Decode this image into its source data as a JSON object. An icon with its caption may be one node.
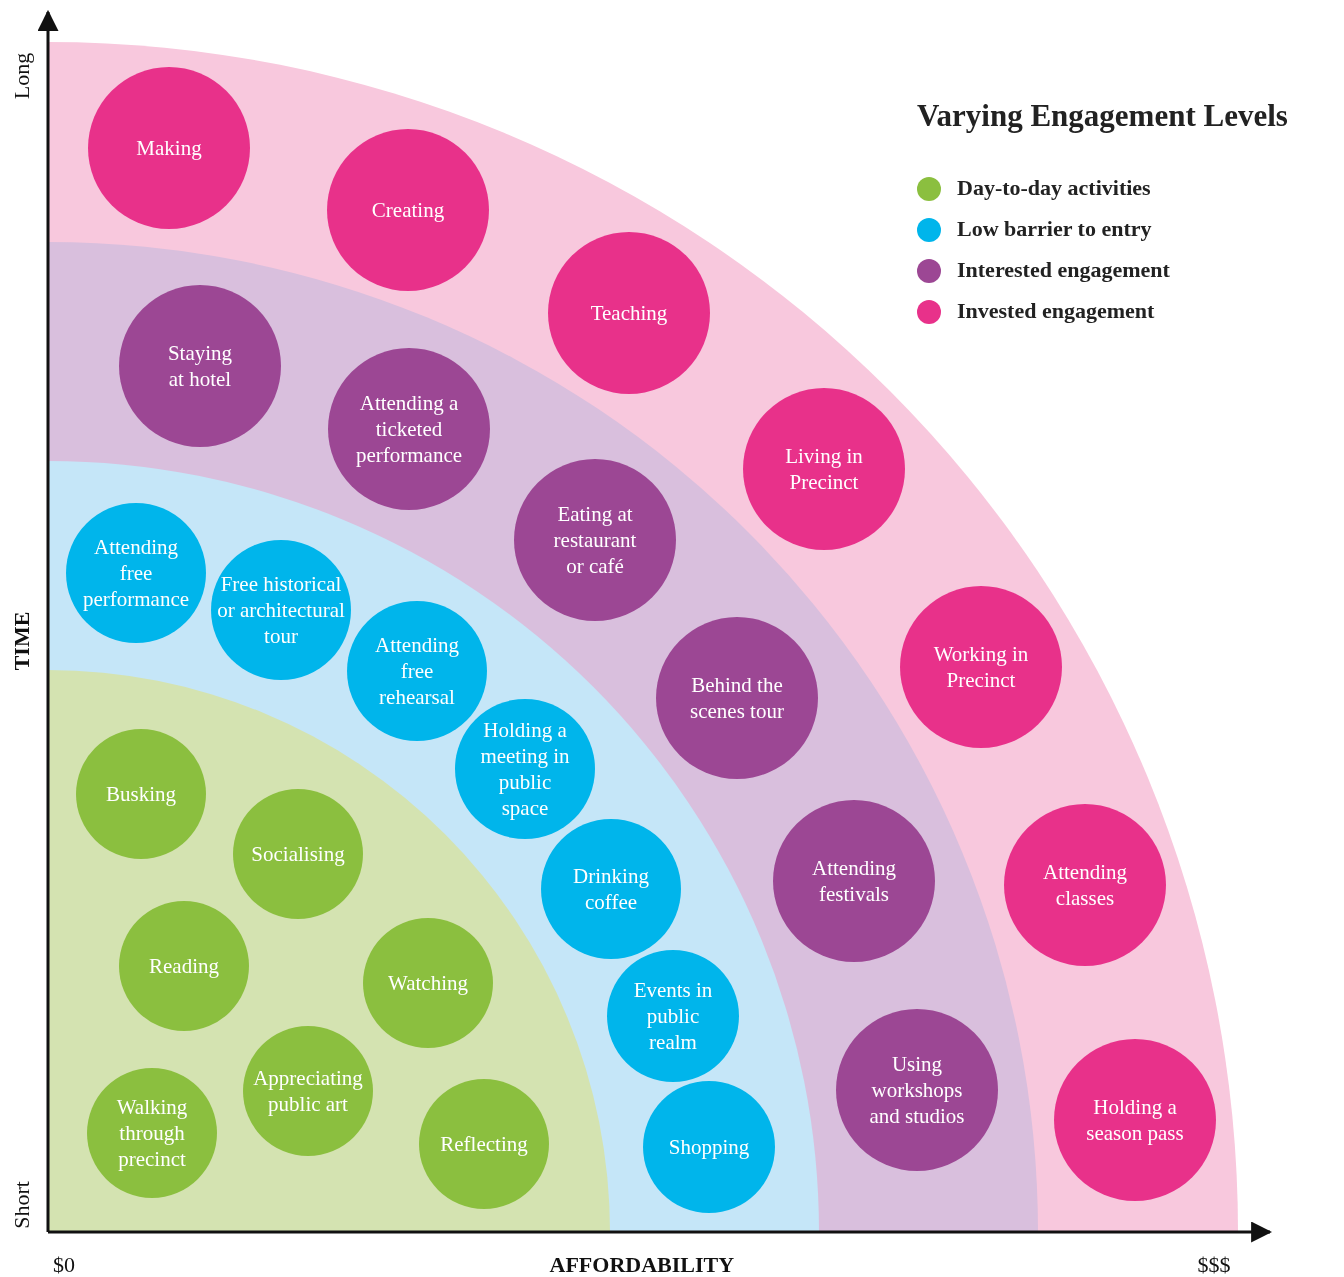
{
  "diagram": {
    "title": "Varying Engagement Levels",
    "nodes": [
      {
        "text": [
          "Making"
        ]
      },
      {
        "text": [
          "Creating"
        ]
      },
      {
        "text": [
          "Teaching"
        ]
      },
      {
        "text": [
          "Living in Precinct"
        ]
      },
      {
        "text": [
          "Working in Precinct"
        ]
      },
      {
        "text": [
          "Attending classes"
        ]
      },
      {
        "text": [
          "Holding a season pass"
        ]
      },
      {
        "text": [
          "Staying at hotel"
        ]
      },
      {
        "text": [
          "Attending a ticketed performance"
        ]
      },
      {
        "text": [
          "Eating at restaurant or café"
        ]
      },
      {
        "text": [
          "Behind the scenes tour"
        ]
      },
      {
        "text": [
          "Attending festivals"
        ]
      },
      {
        "text": [
          "Using workshops and studios"
        ]
      },
      {
        "text": [
          "Attending free performance"
        ]
      },
      {
        "text": [
          "Free historical or architectural tour"
        ]
      },
      {
        "text": [
          "Attending free rehearsal"
        ]
      },
      {
        "text": [
          "Holding a meeting in public space"
        ]
      },
      {
        "text": [
          "Drinking coffee"
        ]
      },
      {
        "text": [
          "Events in public realm"
        ]
      },
      {
        "text": [
          "Shopping"
        ]
      },
      {
        "text": [
          "Busking"
        ]
      },
      {
        "text": [
          "Socialising"
        ]
      },
      {
        "text": [
          "Reading"
        ]
      },
      {
        "text": [
          "Watching"
        ]
      },
      {
        "text": [
          "Appreciating public art"
        ]
      },
      {
        "text": [
          "Walking through precinct"
        ]
      },
      {
        "text": [
          "Reflecting"
        ]
      }
    ],
    "labels": [
      "Long",
      "TIME",
      "Short",
      "$0",
      "AFFORDABILITY",
      "$$$"
    ],
    "legend": [
      {
        "text": "Day-to-day activities",
        "color": "#8bbf3f"
      },
      {
        "text": "Low barrier to entry",
        "color": "#00b5eb"
      },
      {
        "text": "Interested engagement",
        "color": "#9c4794"
      },
      {
        "text": "Invested engagement",
        "color": "#e8318a"
      }
    ]
  }
}
